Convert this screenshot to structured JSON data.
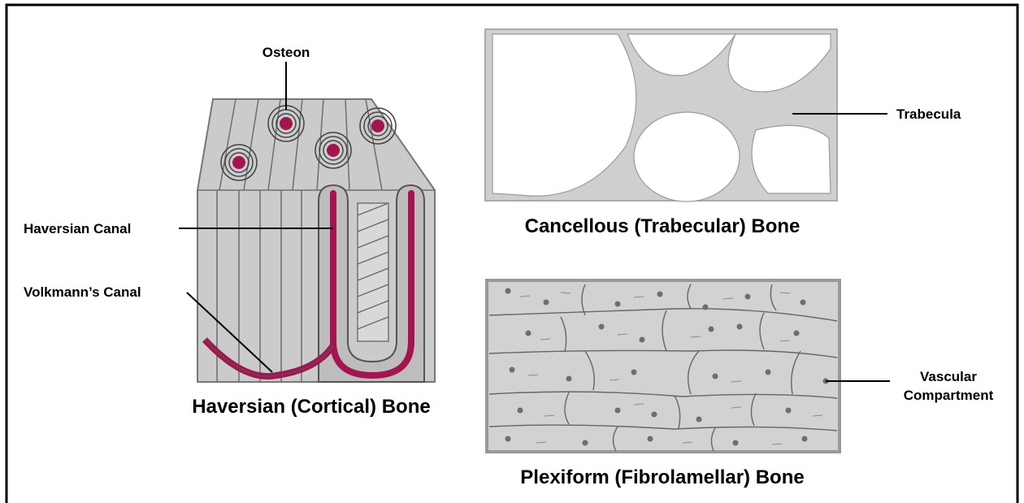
{
  "labels": {
    "osteon": "Osteon",
    "haversian_canal": "Haversian Canal",
    "volkmanns_canal": "Volkmann’s Canal",
    "trabecula": "Trabecula",
    "vascular_compartment_line1": "Vascular",
    "vascular_compartment_line2": "Compartment"
  },
  "titles": {
    "haversian": "Haversian (Cortical) Bone",
    "cancellous": "Cancellous (Trabecular) Bone",
    "plexiform": "Plexiform (Fibrolamellar) Bone"
  },
  "colors": {
    "bone": "#c9c9c9",
    "bone_dark": "#8f8f8f",
    "vessel": "#a3154f",
    "outline": "#000000"
  }
}
